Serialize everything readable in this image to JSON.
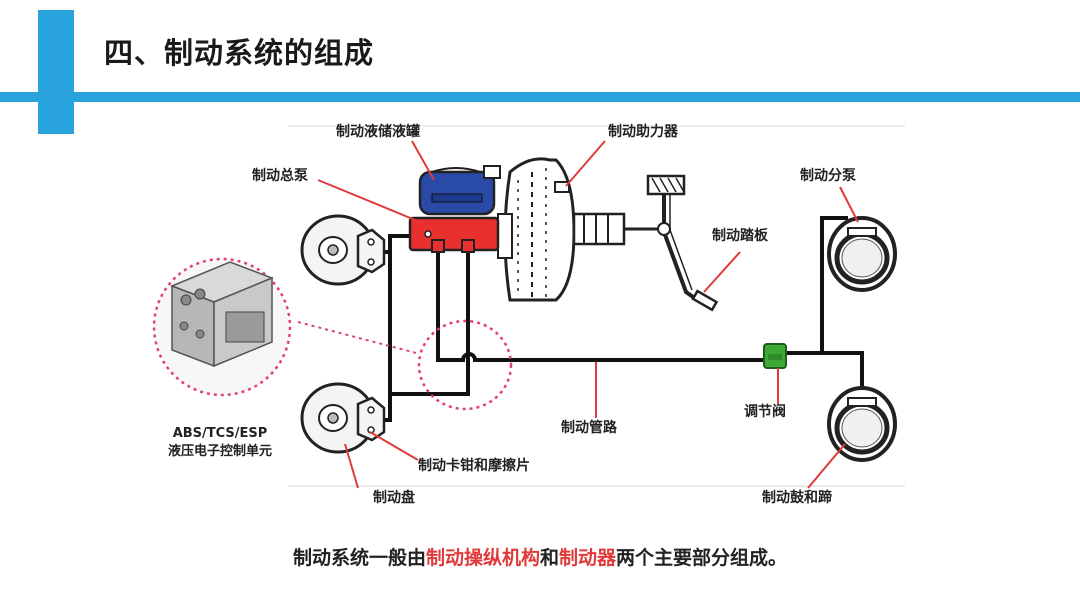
{
  "slide": {
    "title": "四、制动系统的组成",
    "accent_color": "#29a3dd"
  },
  "diagram": {
    "labels": {
      "reservoir": "制动液储液罐",
      "booster": "制动助力器",
      "master_cylinder": "制动总泵",
      "wheel_cylinder": "制动分泵",
      "pedal": "制动踏板",
      "valve": "调节阀",
      "pipe": "制动管路",
      "caliper": "制动卡钳和摩擦片",
      "disc": "制动盘",
      "drum": "制动鼓和蹄"
    },
    "ecu_label": {
      "line1": "ABS/TCS/ESP",
      "line2": "液压电子控制单元"
    },
    "colors": {
      "callout": "#e03a3a",
      "reservoir": "#2a4aa8",
      "master_cylinder": "#e8302f",
      "valve": "#3aaa35",
      "pink_dotted": "#e0407a"
    }
  },
  "caption": {
    "part1": "制动系统一般由",
    "highlight1": "制动操纵机构",
    "part2": "和",
    "highlight2": "制动器",
    "part3": "两个主要部分组成。"
  }
}
